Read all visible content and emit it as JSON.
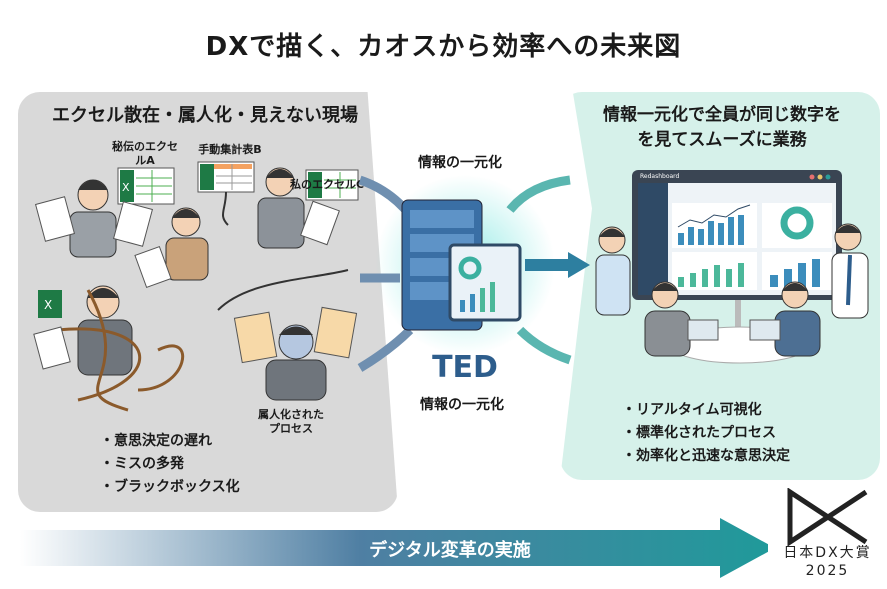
{
  "title": "DXで描く、カオスから効率への未来図",
  "left": {
    "heading": "エクセル散在・属人化・見えない現場",
    "labels": {
      "excel_a": "秘伝のエクセルA",
      "excel_b": "手動集計表B",
      "excel_c": "私のエクセルC",
      "process": "属人化されたプロセス"
    },
    "bullets": [
      "・意思決定の遅れ",
      "・ミスの多発",
      "・ブラックボックス化"
    ]
  },
  "center": {
    "top_label": "情報の一元化",
    "brand": "TED",
    "bottom_label": "情報の一元化"
  },
  "right": {
    "heading_line1": "情報一元化で全員が同じ数字を",
    "heading_line2": "を見てスムーズに業務",
    "dashboard_title": "Redashboard",
    "bullets": [
      "・リアルタイム可視化",
      "・標準化されたプロセス",
      "・効率化と迅速な意思決定"
    ]
  },
  "bottom": {
    "arrow_label": "デジタル変革の実施"
  },
  "logo": {
    "line1": "日本DX大賞",
    "line2": "2025"
  },
  "colors": {
    "teal": "#2a9d9a",
    "navy": "#2d5d8c",
    "mint": "#d6f1ea",
    "gray": "#d9d9d9",
    "excel": "#1e7a45"
  }
}
